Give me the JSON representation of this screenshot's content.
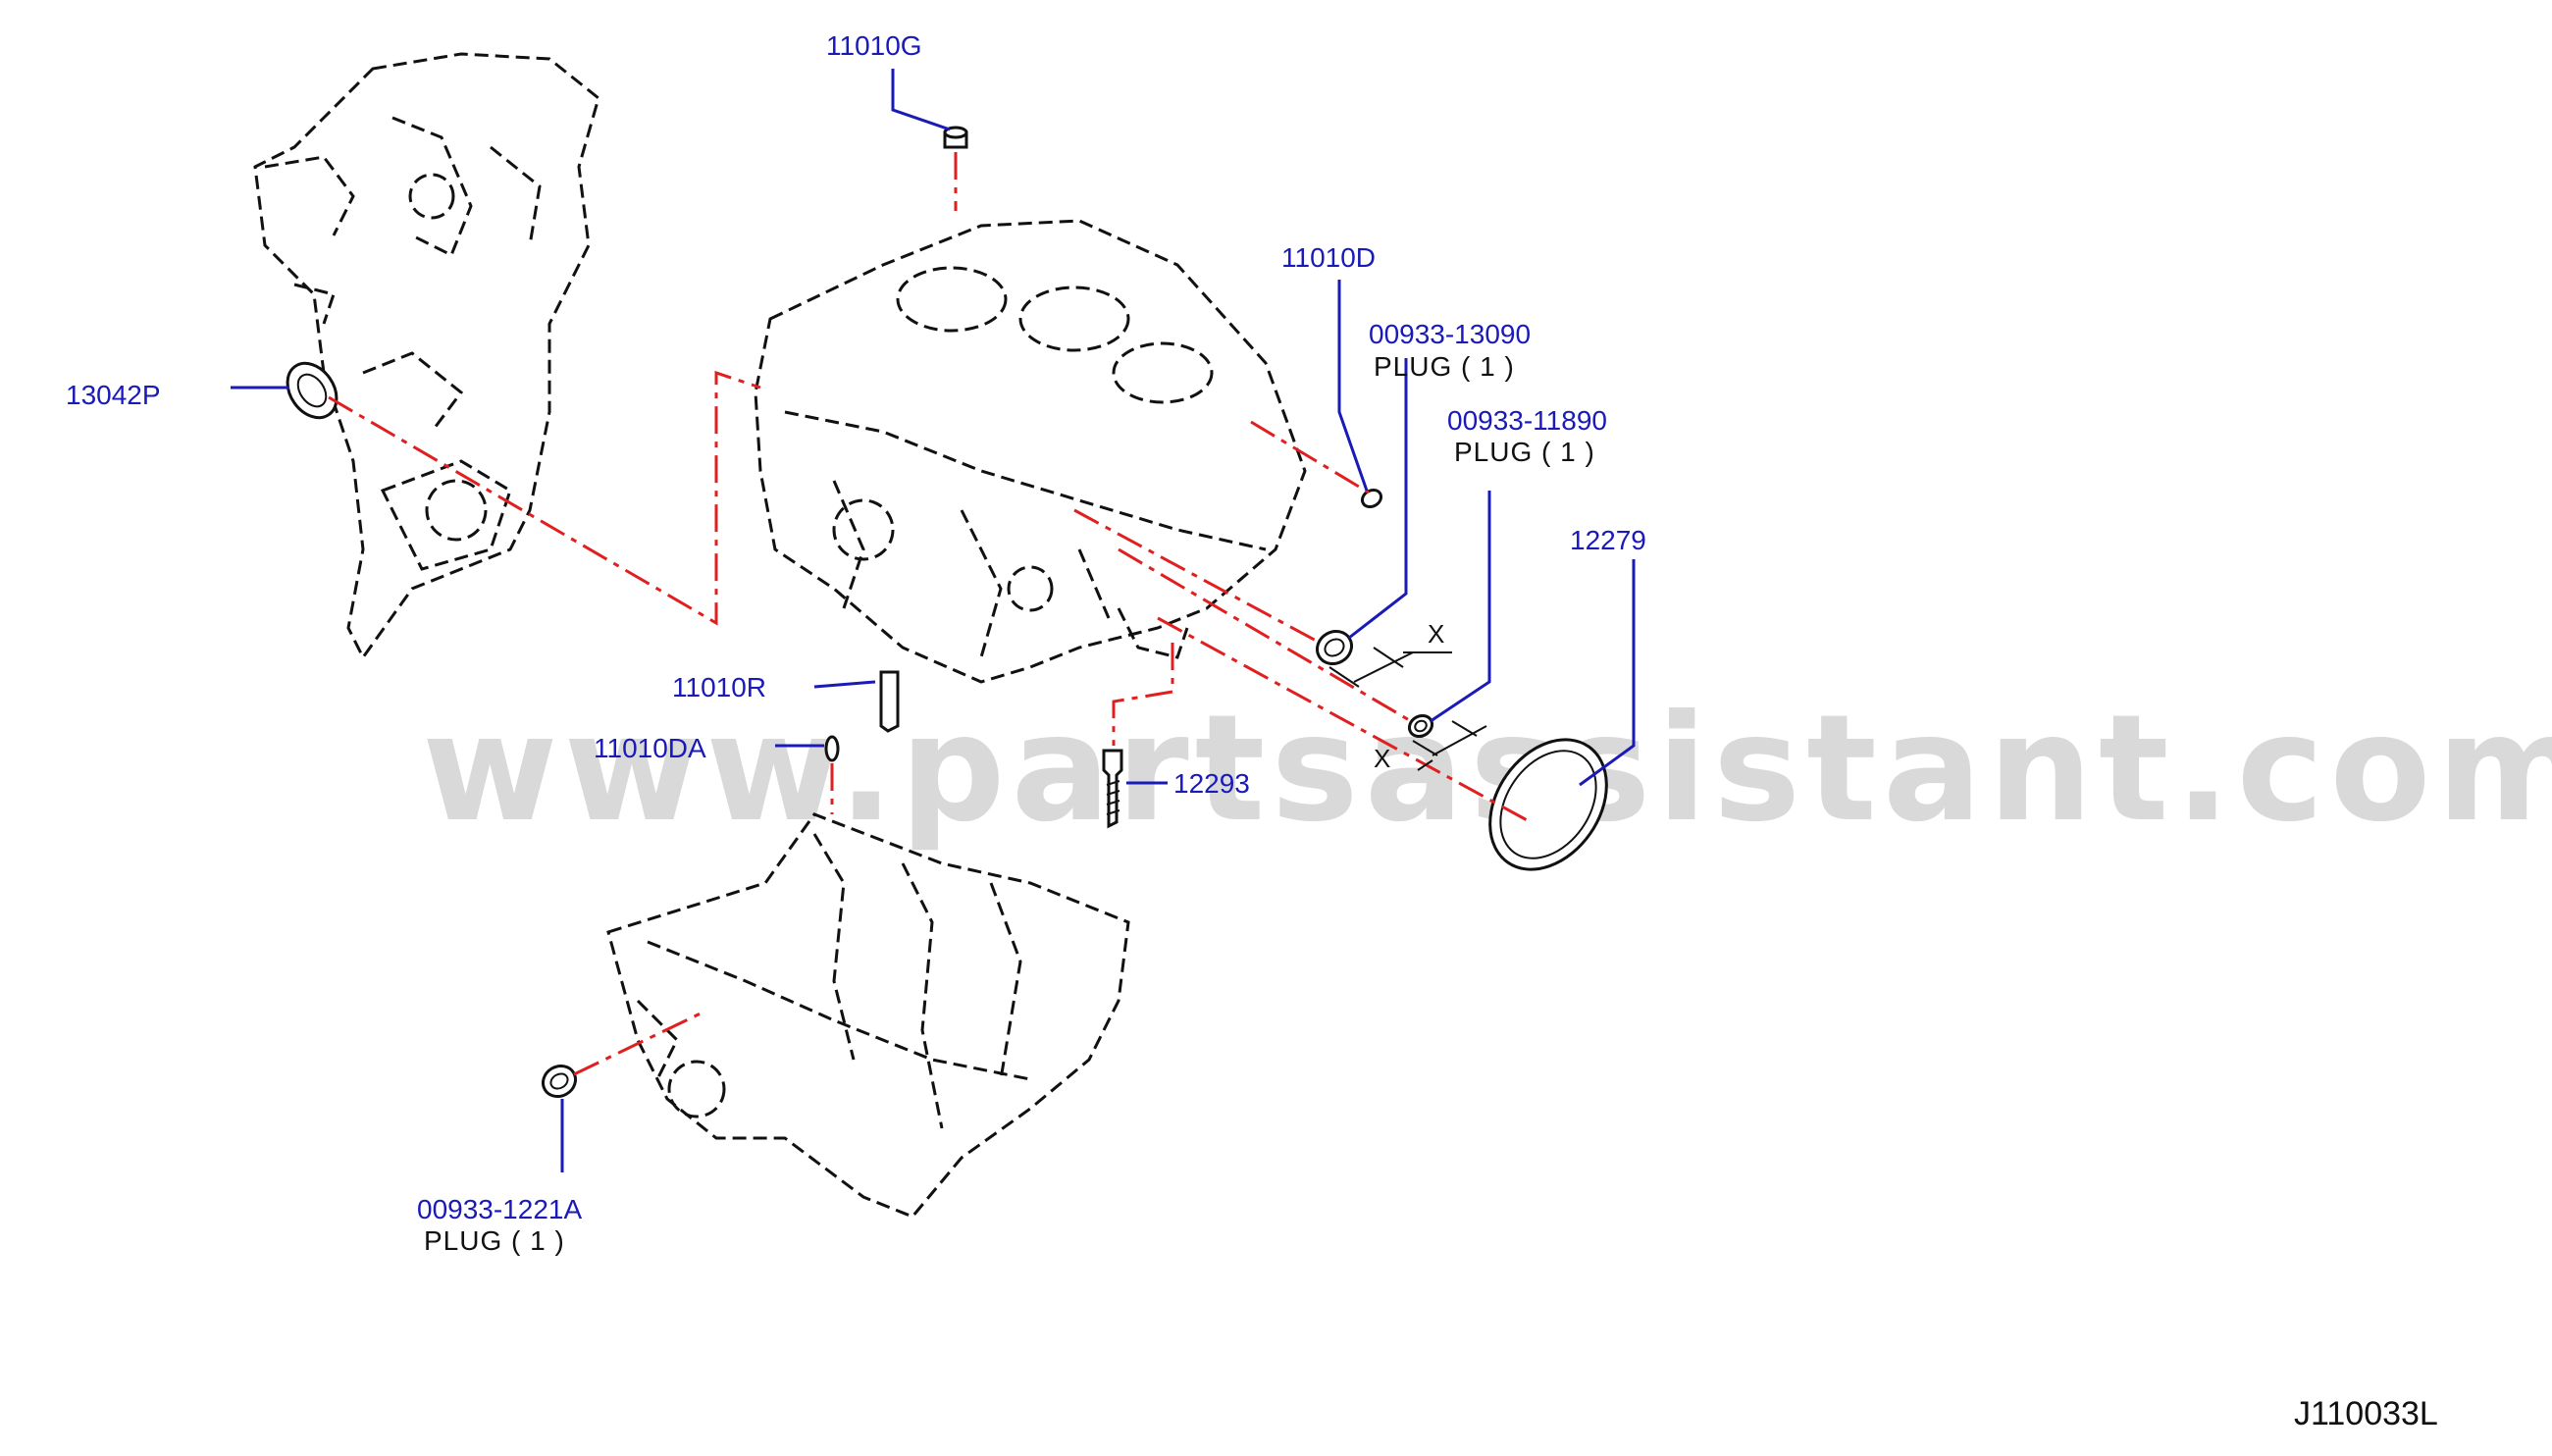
{
  "diagram_code": "J110033L",
  "watermark": "www.partsassistant.com",
  "callouts": {
    "c11010g": {
      "part": "11010G"
    },
    "c11010d": {
      "part": "11010D"
    },
    "c13090": {
      "part": "00933-13090",
      "desc": "PLUG  (  1  )"
    },
    "c11890": {
      "part": "00933-11890",
      "desc": "PLUG  (  1  )"
    },
    "c12279": {
      "part": "12279"
    },
    "c13042p": {
      "part": "13042P"
    },
    "c11010r": {
      "part": "11010R"
    },
    "c11010da": {
      "part": "11010DA"
    },
    "c12293": {
      "part": "12293"
    },
    "c1221a": {
      "part": "00933-1221A",
      "desc": "PLUG  (  1  )"
    }
  },
  "dimension_marks": {
    "x1": "X",
    "x2": "X"
  }
}
